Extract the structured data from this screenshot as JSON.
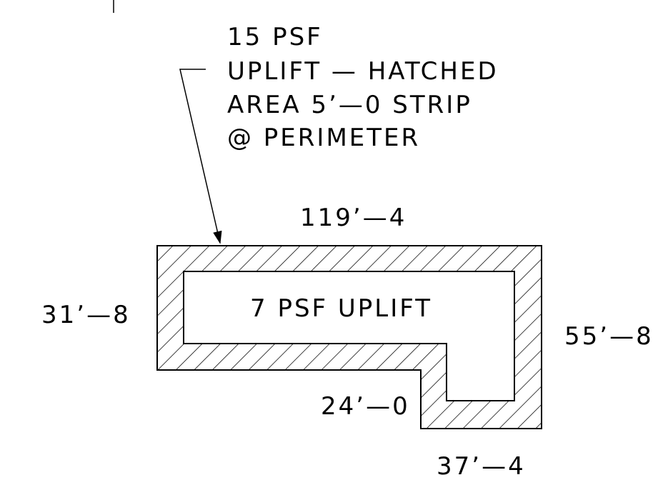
{
  "note": {
    "lines": [
      "15 PSF",
      "UPLIFT — HATCHED",
      "AREA 5’—0 STRIP",
      "@ PERIMETER"
    ]
  },
  "interior_label": "7 PSF UPLIFT",
  "dimensions": {
    "top": "119’—4",
    "left": "31’—8",
    "right": "55’—8",
    "notch": "24’—0",
    "bottom": "37’—4"
  },
  "colors": {
    "line": "#000000",
    "background": "#ffffff"
  }
}
